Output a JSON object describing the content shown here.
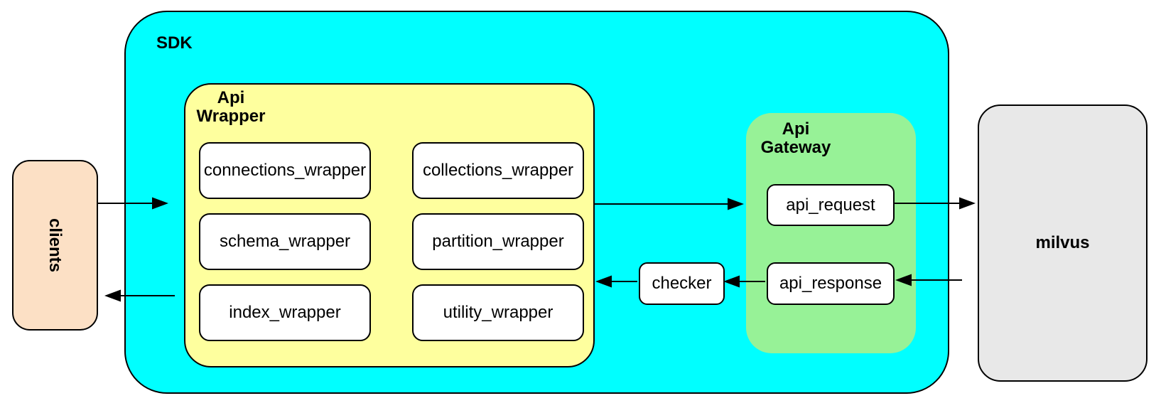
{
  "diagram": {
    "clients": {
      "label": "clients",
      "fill": "#fce0c5"
    },
    "sdk": {
      "label": "SDK",
      "fill": "#00ffff",
      "api_wrapper": {
        "label_line1": "Api",
        "label_line2": "Wrapper",
        "fill": "#feff9e",
        "boxes": [
          {
            "label": "connections_wrapper"
          },
          {
            "label": "collections_wrapper"
          },
          {
            "label": "schema_wrapper"
          },
          {
            "label": "partition_wrapper"
          },
          {
            "label": "index_wrapper"
          },
          {
            "label": "utility_wrapper"
          }
        ]
      },
      "checker": {
        "label": "checker",
        "fill": "#ffffff"
      },
      "api_gateway": {
        "label_line1": "Api",
        "label_line2": "Gateway",
        "fill": "#97f297",
        "boxes": [
          {
            "label": "api_request"
          },
          {
            "label": "api_response"
          }
        ]
      }
    },
    "milvus": {
      "label": "milvus",
      "fill": "#e8e8e8"
    },
    "arrows": [
      {
        "from": "clients",
        "to": "sdk",
        "direction": "right"
      },
      {
        "from": "sdk",
        "to": "clients",
        "direction": "left"
      },
      {
        "from": "api-wrapper",
        "to": "api-gateway",
        "direction": "right"
      },
      {
        "from": "api_request",
        "to": "milvus",
        "direction": "right"
      },
      {
        "from": "milvus",
        "to": "api_response",
        "direction": "left"
      },
      {
        "from": "api_response",
        "to": "checker",
        "direction": "left"
      },
      {
        "from": "checker",
        "to": "api-wrapper",
        "direction": "left"
      }
    ],
    "colors": {
      "stroke": "#000000",
      "node_fill": "#ffffff",
      "background": "#ffffff"
    }
  }
}
